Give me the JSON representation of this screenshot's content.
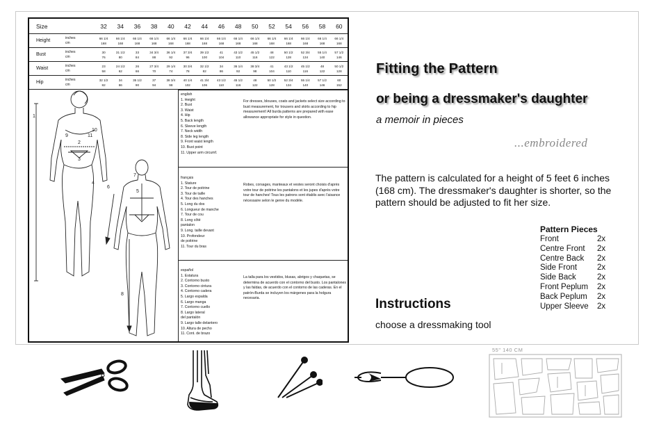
{
  "size_table": {
    "header_label": "Size",
    "sizes": [
      "32",
      "34",
      "36",
      "38",
      "40",
      "42",
      "44",
      "46",
      "48",
      "50",
      "52",
      "54",
      "56",
      "58",
      "60"
    ],
    "rows": [
      {
        "label": "Height",
        "units": [
          "inches",
          "cm"
        ],
        "values": [
          "66 1/4|168",
          "66 1/4|168",
          "66 1/4|168",
          "66 1/4|168",
          "66 1/4|168",
          "66 1/4|168",
          "66 1/4|168",
          "66 1/4|168",
          "66 1/4|168",
          "66 1/4|168",
          "66 1/4|168",
          "66 1/4|168",
          "66 1/4|168",
          "66 1/4|168",
          "66 1/4|168"
        ]
      },
      {
        "label": "Bust",
        "units": [
          "inches",
          "cm"
        ],
        "values": [
          "30|76",
          "31 1/2|80",
          "33|84",
          "34 3/4|88",
          "36 1/4|92",
          "37 3/4|96",
          "39 1/2|100",
          "41|104",
          "43 1/2|110",
          "45 1/2|116",
          "48|122",
          "50 1/2|128",
          "52 3/4|134",
          "55 1/4|140",
          "57 1/2|146"
        ]
      },
      {
        "label": "Waist",
        "units": [
          "inches",
          "cm"
        ],
        "values": [
          "23|58",
          "24 1/2|62",
          "26|66",
          "27 3/4|70",
          "29 1/4|74",
          "30 3/4|78",
          "32 1/2|82",
          "34|86",
          "36 1/4|92",
          "38 3/4|98",
          "41|104",
          "43 1/2|110",
          "45 1/2|116",
          "48|122",
          "50 1/2|128"
        ]
      },
      {
        "label": "Hip",
        "units": [
          "inches",
          "cm"
        ],
        "values": [
          "32 1/2|82",
          "34|86",
          "35 1/2|90",
          "37|94",
          "38 3/4|98",
          "40 1/4|102",
          "41 3/4|106",
          "43 1/2|110",
          "45 1/2|116",
          "48|122",
          "50 1/2|128",
          "52 3/4|134",
          "55 1/4|140",
          "57 1/2|146",
          "60|152"
        ]
      }
    ]
  },
  "instructions_text": {
    "english": {
      "heading": "english",
      "items": [
        "1. Height",
        "2. Bust",
        "3. Waist",
        "4. Hip",
        "5. Back length",
        "6. Sleeve length",
        "7. Neck width",
        "8. Side leg length",
        "9. Front waist length",
        "10. Bust point",
        "11. Upper arm circumf."
      ],
      "note": "For dresses, blouses, coats and jackets select size according to bust measurement, for trousers and skirts according to hip measurement! All burda patterns are prepared with ease allowance appropriate for style in question."
    },
    "french": {
      "heading": "français",
      "items": [
        "1. Stature",
        "2. Tour de poitrine",
        "3. Tour de taille",
        "4. Tour des hanches",
        "5. Long du dos",
        "6. Longueur de manche",
        "7. Tour de cou",
        "8. Long côté",
        "   pantalon",
        "9. Long. taille devant",
        "10. Profondeur",
        "     de poitrine",
        "11. Tour du bras"
      ],
      "note": "Robes, corsages, manteaux et vestes seront choisis d'après votre tour de poitrine les pantalons et les jupes d'après votre tour de hanches! Tous les patrons sont établis avec l'aisance nécessaire selon le genre du modèle."
    },
    "spanish": {
      "heading": "español",
      "items": [
        "1. Estatura",
        "2. Contorno busto",
        "3. Contorno cintura",
        "4. Contorno cadera",
        "5. Largo espalda",
        "6. Largo manga",
        "7. Contorno cuello",
        "8. Largo lateral",
        "   del pantalón",
        "9. Largo talle delantero",
        "10. Altura de pecho",
        "11. Cont. de brazo"
      ],
      "note": "La talla para los vestidos, blusas, abrigos y chaquetas, se determina de acuerdo con el contorno del busto. Los pantalones y las faldas, de acuerdo con el contorno de las caderas. En el patrón-Burda se incluyen los márgenes para la holgura necesaria."
    }
  },
  "figure_numbers": [
    "1",
    "2",
    "3",
    "4",
    "5",
    "6",
    "7",
    "8",
    "9",
    "10",
    "11"
  ],
  "header": {
    "title": "Fitting the Pattern",
    "subtitle": "or being a dressmaker's daughter",
    "tagline": "a memoir in pieces",
    "embroidered": "...embroidered"
  },
  "description": "The pattern is calculated for a height of 5 feet 6 inches (168 cm). The dressmaker's daughter is shorter, so the pattern should be adjusted to fit her size.",
  "pattern_pieces": {
    "heading": "Pattern Pieces",
    "items": [
      {
        "name": "Front",
        "qty": "2x"
      },
      {
        "name": "Centre Front",
        "qty": "2x"
      },
      {
        "name": "Centre Back",
        "qty": "2x"
      },
      {
        "name": "Side Front",
        "qty": "2x"
      },
      {
        "name": "Side Back",
        "qty": "2x"
      },
      {
        "name": "Front Peplum",
        "qty": "2x"
      },
      {
        "name": "Back Peplum",
        "qty": "2x"
      },
      {
        "name": "Upper Sleeve",
        "qty": "2x"
      }
    ]
  },
  "instructions": {
    "title": "Instructions",
    "text": "choose a dressmaking tool"
  },
  "fabric_label": "55\"  140 CM",
  "tools": [
    "scissors-icon",
    "sewing-machine-foot-icon",
    "pins-icon",
    "seam-ripper-icon",
    "fabric-layout-icon"
  ]
}
